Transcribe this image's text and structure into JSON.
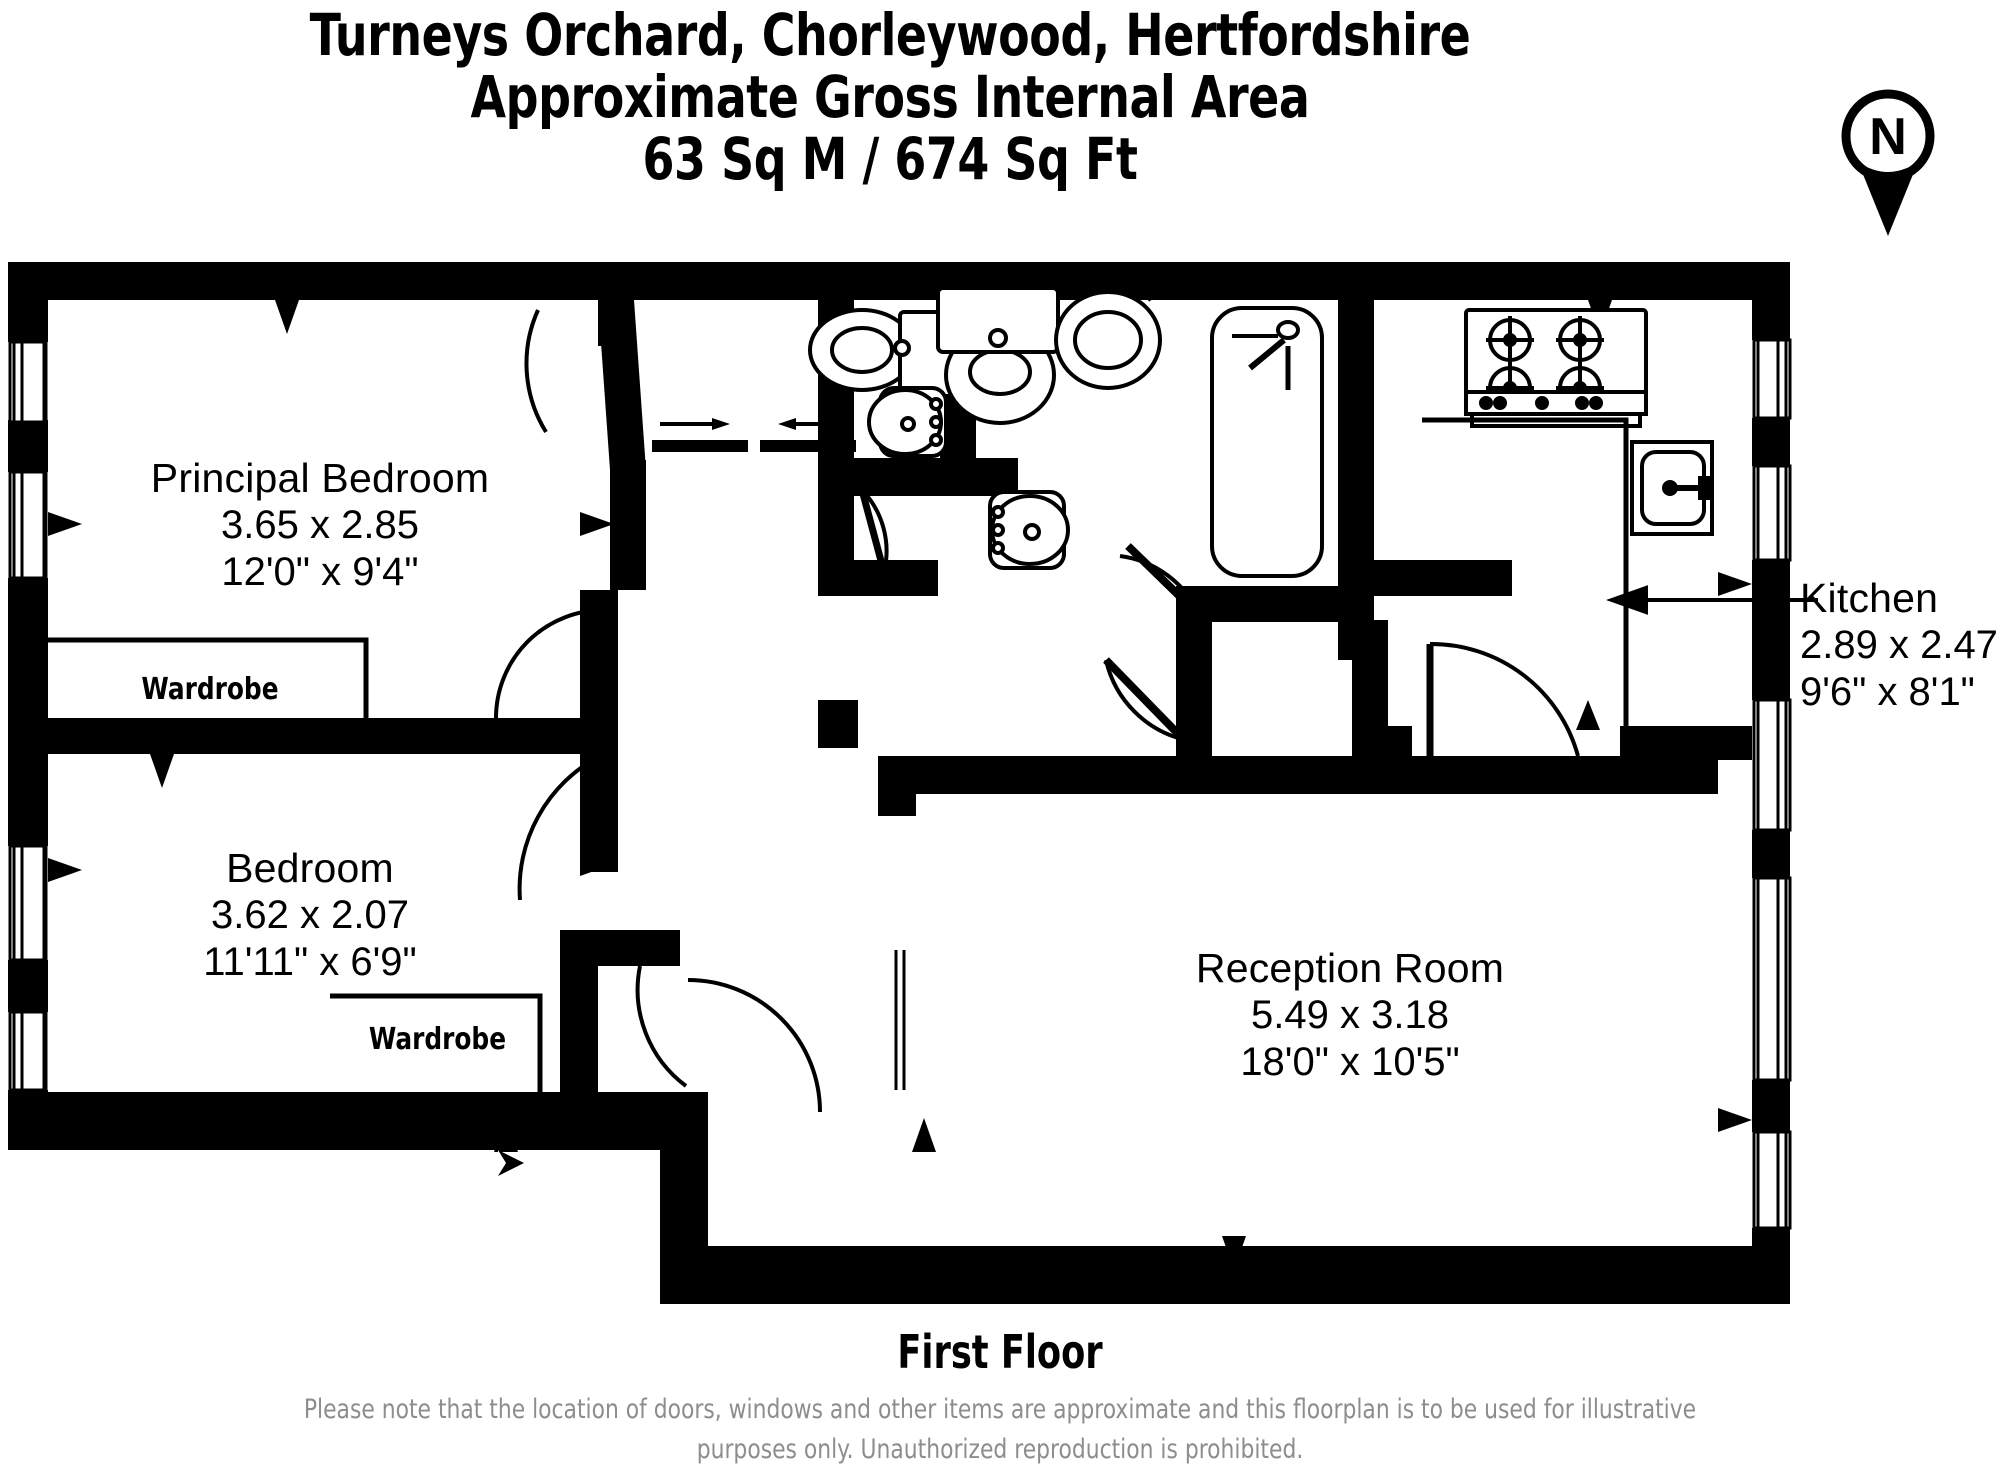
{
  "header": {
    "line1": "Turneys Orchard, Chorleywood, Hertfordshire",
    "line2": "Approximate Gross Internal Area",
    "line3": "63 Sq M / 674 Sq Ft"
  },
  "compass": {
    "label": "N",
    "name": "north-compass"
  },
  "rooms": [
    {
      "id": "principal-bedroom",
      "name": "Principal Bedroom",
      "metric": "3.65 x 2.85",
      "imperial": "12'0\" x 9'4\""
    },
    {
      "id": "bedroom",
      "name": "Bedroom",
      "metric": "3.62 x 2.07",
      "imperial": "11'11\" x 6'9\""
    },
    {
      "id": "reception-room",
      "name": "Reception Room",
      "metric": "5.49 x 3.18",
      "imperial": "18'0\" x 10'5\""
    },
    {
      "id": "kitchen",
      "name": "Kitchen",
      "metric": "2.89 x 2.47",
      "imperial": "9'6\" x 8'1\""
    }
  ],
  "fittings": {
    "wardrobe_1": "Wardrobe",
    "wardrobe_2": "Wardrobe"
  },
  "footer": {
    "floor_name": "First Floor",
    "disclaimer_line1": "Please note that the location of doors, windows and other items are approximate and this floorplan is to be used for illustrative",
    "disclaimer_line2": "purposes only. Unauthorized reproduction is prohibited."
  },
  "colors": {
    "wall": "#000000",
    "background": "#ffffff",
    "fixture_stroke": "#000000",
    "disclaimer_text": "#8d8d8d"
  }
}
